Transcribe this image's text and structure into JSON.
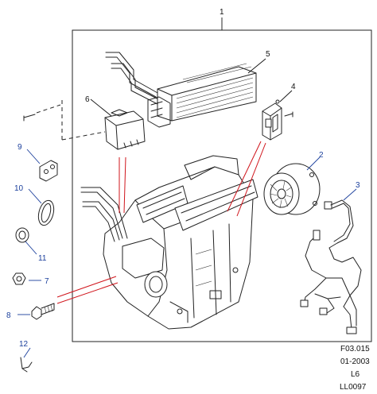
{
  "callouts": {
    "c1": "1",
    "c2": "2",
    "c3": "3",
    "c4": "4",
    "c5": "5",
    "c6": "6",
    "c7": "7",
    "c8": "8",
    "c9": "9",
    "c10": "10",
    "c11": "11",
    "c12": "12"
  },
  "reference": {
    "figure": "F03.015",
    "date": "01-2003",
    "model": "L6",
    "drawing": "LL0097"
  },
  "colors": {
    "callout_blue": "#1b3f9c",
    "leader_red": "#d0141b",
    "line": "#222222"
  }
}
